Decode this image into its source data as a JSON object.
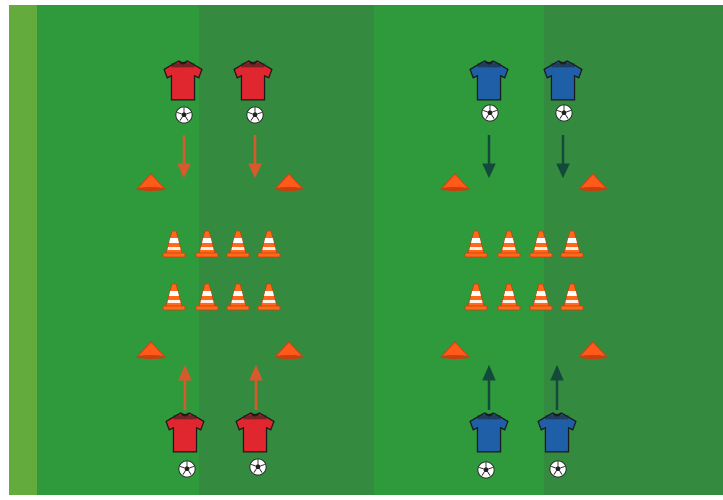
{
  "pitch": {
    "stripe_colors": [
      "#2f9a3c",
      "#338c3e"
    ],
    "edge_color": "#63ab3d",
    "frame_color": "#ffffff"
  },
  "teams": [
    {
      "name": "red",
      "shirt_color": "#e0262e",
      "shirt_dark": "#b21c22",
      "arrow_color": "#d85a2c",
      "top_players": 2,
      "bottom_players": 2
    },
    {
      "name": "blue",
      "shirt_color": "#1f5fa8",
      "shirt_dark": "#164780",
      "arrow_color": "#134a3a",
      "top_players": 2,
      "bottom_players": 2
    }
  ],
  "cones": {
    "grid_rows": 2,
    "grid_cols": 4,
    "marker_color": "#ff5a1a",
    "cone_color": "#ff6a1a",
    "stripe_color": "#ffffff"
  },
  "icons": {
    "shirt": "jersey-icon",
    "ball": "soccer-ball-icon",
    "arrow": "direction-arrow-icon",
    "marker": "flat-cone-marker-icon",
    "cone": "traffic-cone-icon"
  }
}
